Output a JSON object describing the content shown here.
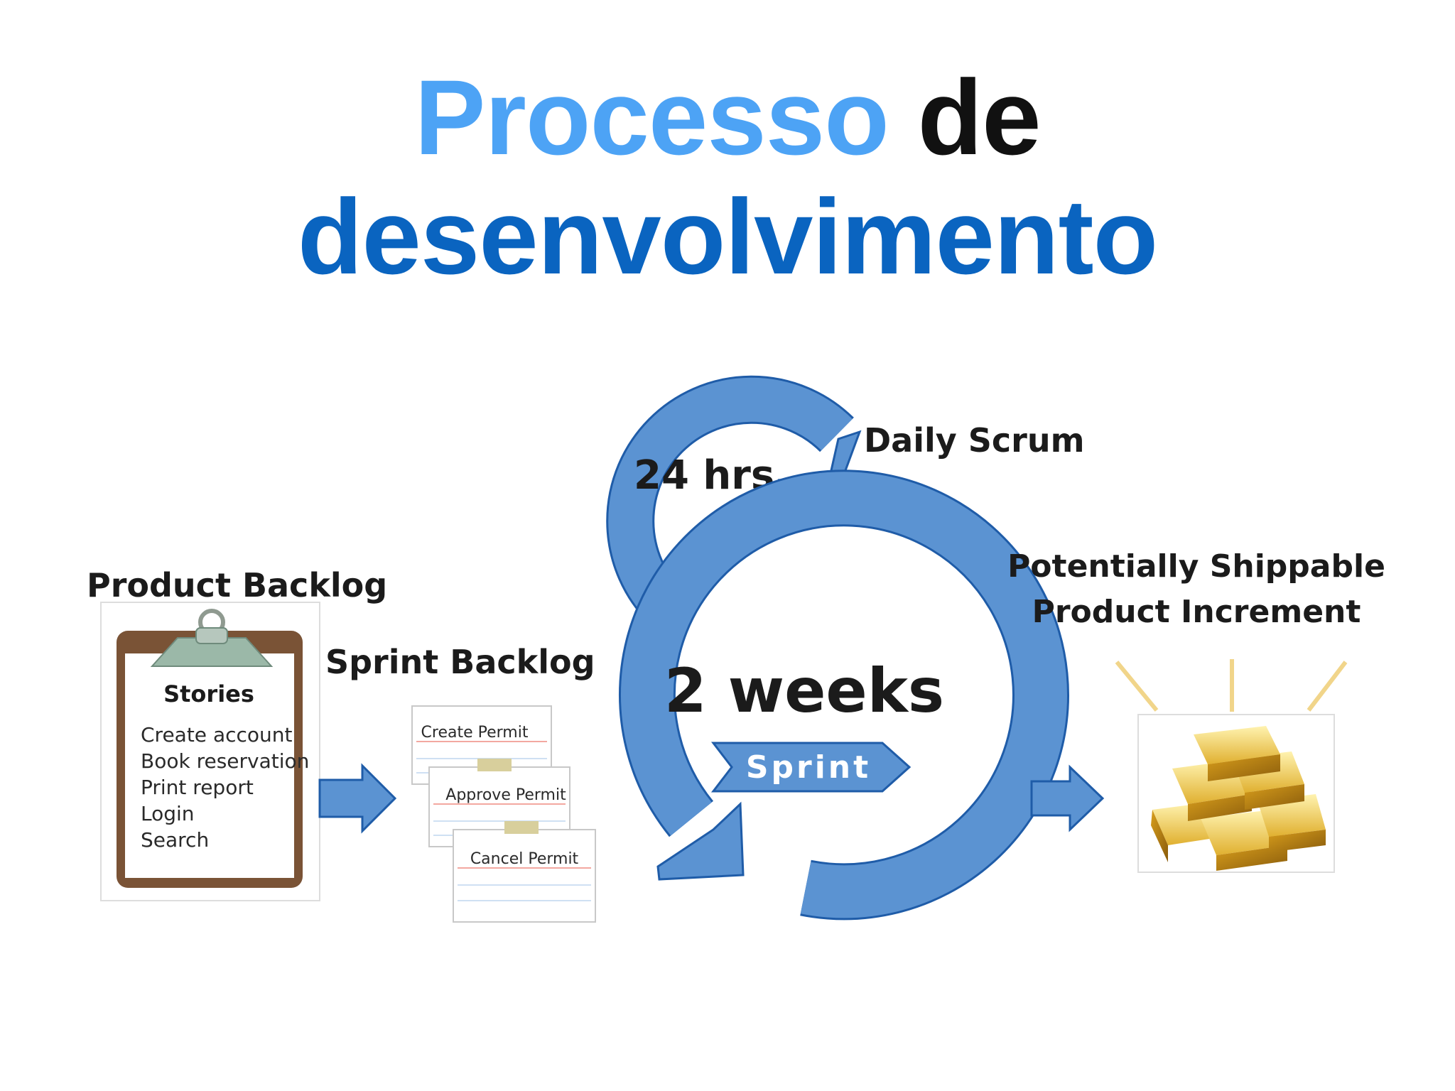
{
  "title": {
    "word1": "Processo",
    "word2": "de",
    "line2": "desenvolvimento"
  },
  "product_backlog": {
    "label": "Product Backlog",
    "clipboard_heading": "Stories",
    "stories": [
      "Create account",
      "Book reservation",
      "Print report",
      "Login",
      "Search"
    ]
  },
  "sprint_backlog": {
    "label": "Sprint Backlog",
    "cards": [
      "Create Permit",
      "Approve Permit",
      "Cancel Permit"
    ]
  },
  "daily_scrum": {
    "label": "Daily Scrum",
    "duration": "24 hrs"
  },
  "sprint": {
    "duration": "2 weeks",
    "label": "Sprint"
  },
  "increment": {
    "label_line1": "Potentially Shippable",
    "label_line2": "Product Increment"
  },
  "colors": {
    "title_accent": "#4da3f5",
    "title_main": "#0a64c0",
    "cycle_fill": "#5b93d2",
    "cycle_stroke": "#1f5ca8"
  }
}
